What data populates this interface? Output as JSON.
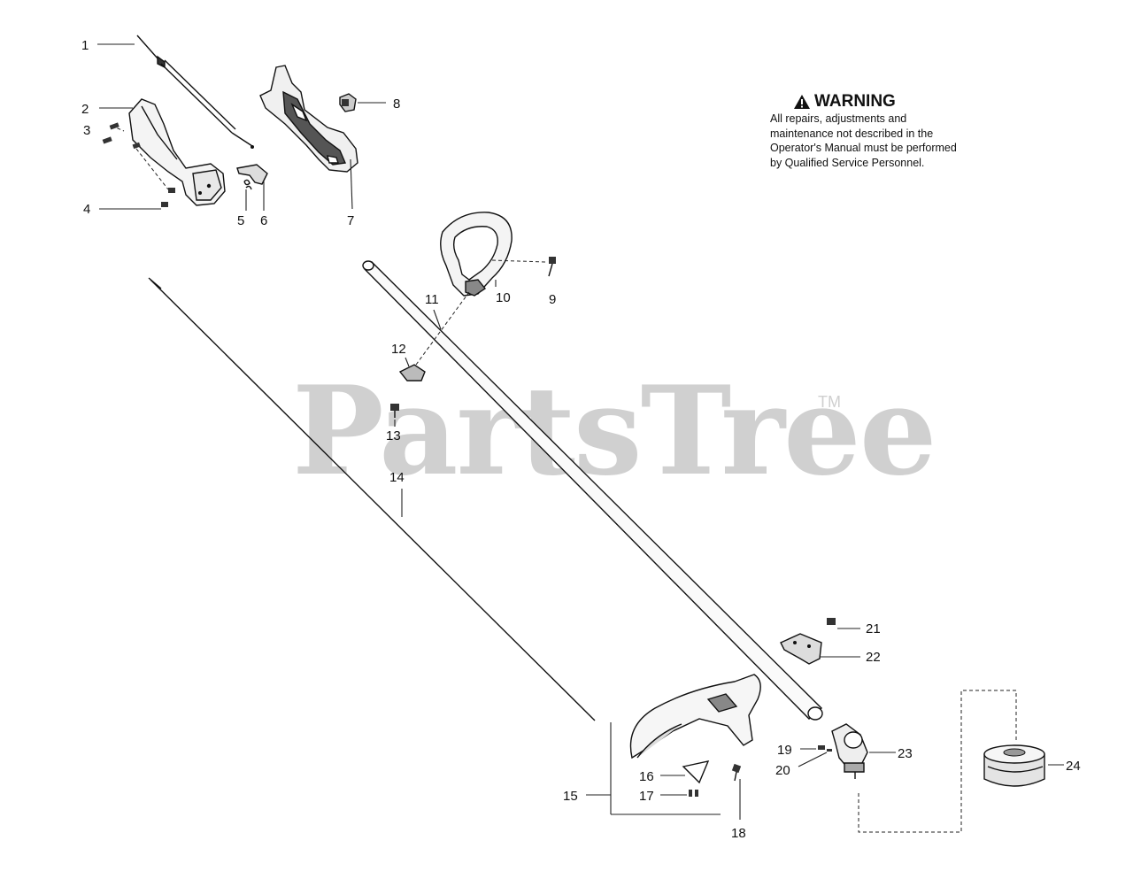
{
  "watermark": {
    "brand": "PartsTree",
    "tm": "TM"
  },
  "warning": {
    "title": "WARNING",
    "body": "All repairs, adjustments and maintenance not described in the Operator's Manual must be performed by Qualified Service Personnel."
  },
  "callouts": [
    "1",
    "2",
    "3",
    "4",
    "5",
    "6",
    "7",
    "8",
    "9",
    "10",
    "11",
    "12",
    "13",
    "14",
    "15",
    "16",
    "17",
    "18",
    "19",
    "20",
    "21",
    "22",
    "23",
    "24"
  ],
  "icons": {
    "warning": "warning-triangle-icon"
  },
  "colors": {
    "line": "#111111",
    "watermark": "#d0d0d0"
  }
}
